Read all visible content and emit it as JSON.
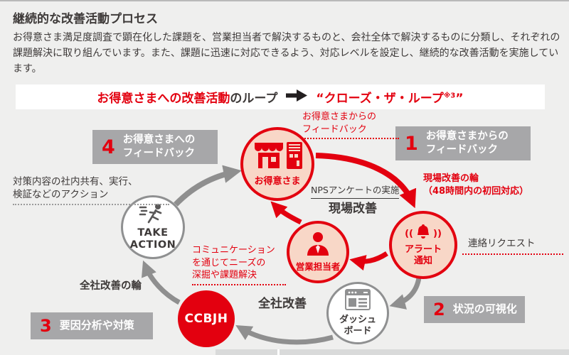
{
  "palette": {
    "accent_red": "#e3000f",
    "pink_fill": "#f8d7c7",
    "box_gray": "#a7a7a9",
    "arrow_gray": "#8f8f8f",
    "text_dark": "#3e3a39",
    "page_bg": "#efefee"
  },
  "header": {
    "title": "継続的な改善活動プロセス",
    "body": "お得意さま満足度調査で顕在化した課題を、営業担当者で解決するものと、会社全体で解決するものに分類し、それぞれの課題解決に取り組んでいます。また、課題に迅速に対応できるよう、対応レベルを設定し、継続的な改善活動を実施しています。"
  },
  "banner": {
    "left_red": "お得意さまへの改善活動",
    "left_dark": "のループ",
    "arrow_icon": "bold-right-arrow",
    "right_red": "“クローズ・ザ・ループ",
    "right_sup": "※3",
    "right_close": "”"
  },
  "steps": [
    {
      "num": "1",
      "label": "お得意さまからの\nフィードバック"
    },
    {
      "num": "2",
      "label": "状況の可視化"
    },
    {
      "num": "3",
      "label": "要因分析や対策"
    },
    {
      "num": "4",
      "label": "お得意さまへの\nフィードバック"
    }
  ],
  "nodes": {
    "customer": {
      "label": "お得意さま",
      "icons": [
        "storefront-icon",
        "vending-machine-icon"
      ]
    },
    "alert": {
      "label": "アラート\n通知",
      "icon": "bell-icon",
      "wave_left": "((",
      "wave_right": "))"
    },
    "sales": {
      "label": "営業担当者",
      "icon": "person-icon"
    },
    "dashboard": {
      "label": "ダッシュ\nボード",
      "icon": "dashboard-icon"
    },
    "take_action": {
      "label": "TAKE\nACTION",
      "icon": "runner-icon"
    },
    "ccbjh": {
      "label": "CCBJH"
    }
  },
  "annotations": {
    "customer_feedback": "お得意さまからの\nフィードバック",
    "field_wheel": "現場改善の輪\n（48時間内の初回対応）",
    "nps": "NPSアンケートの実施",
    "field_improvement": "現場改善",
    "contact_request": "連絡リクエスト",
    "communication": "コミュニケーション\nを通じてニーズの\n深掘や課題解決",
    "company_improvement": "全社改善",
    "company_wheel": "全社改善の輪",
    "action_note": "対策内容の社内共有、実行、\n検証などのアクション"
  }
}
